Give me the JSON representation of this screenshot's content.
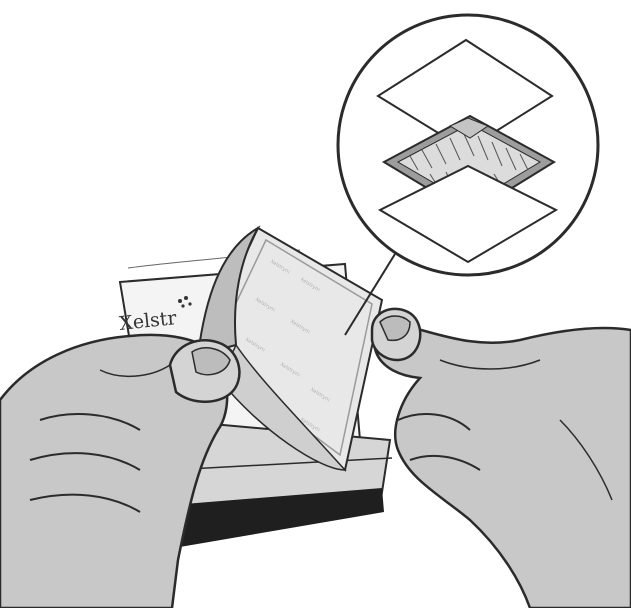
{
  "illustration": {
    "brand_text": "Xelstr",
    "pad_microtext": "Xelstrym",
    "callout_layers": [
      "top-liner",
      "adhesive-patch-layer",
      "bottom-liner"
    ]
  },
  "colors": {
    "outline": "#2b2b2b",
    "skin_fill": "#c8c8c8",
    "skin_shade": "#a9a9a9",
    "patch_face": "#e8e8e8",
    "dark_band": "#1f1f1f",
    "background": "#ffffff"
  }
}
